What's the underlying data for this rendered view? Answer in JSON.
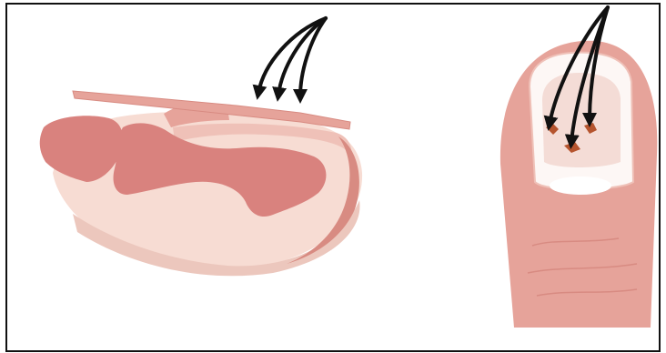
{
  "figure": {
    "panels": [
      {
        "view": "side-view-finger",
        "arrow_count": 3
      },
      {
        "view": "top-view-fingernail",
        "arrow_count": 3
      }
    ]
  },
  "colors": {
    "skin": "#e6a39a",
    "skin_dark": "#d88b82",
    "skin_light": "#f7dcd3",
    "bone": "#d9827e",
    "nail_plate": "#efc1b8",
    "nail_bed_white": "#fdf7f5",
    "hemorrhage": "#b5542e",
    "arrow": "#111111",
    "border": "#111111"
  }
}
